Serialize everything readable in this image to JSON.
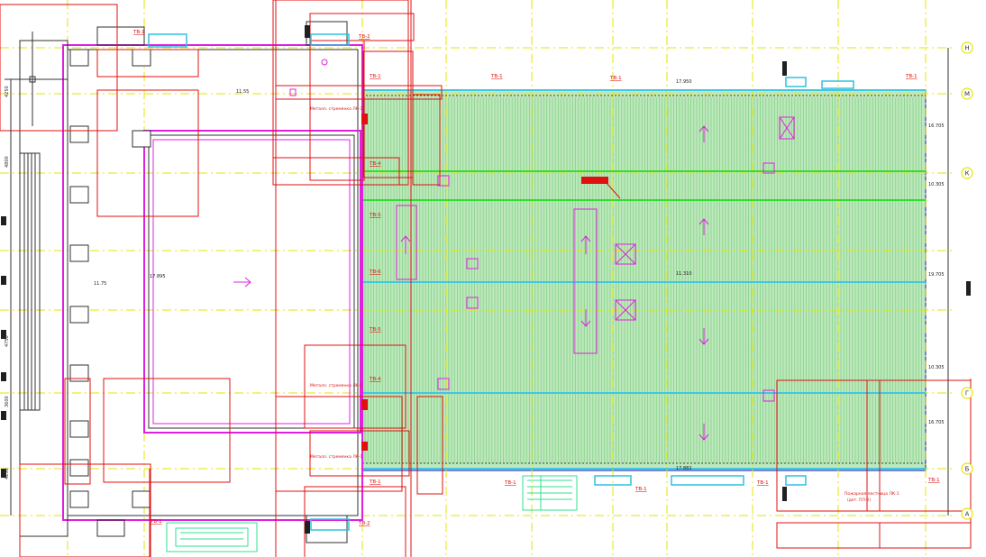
{
  "axes_h": [
    "Н",
    "М",
    "К",
    "Г",
    "Б",
    "А"
  ],
  "dims": [
    "4250",
    "4800",
    "4750",
    "3600",
    "4250"
  ],
  "elev": [
    "11.55",
    "11.75",
    "17.895",
    "17.950",
    "17.882",
    "11.310",
    "16.705",
    "10.305",
    "19.705",
    "10.305",
    "16.705"
  ],
  "tags": [
    "ТВ-1",
    "ТВ-2",
    "ТВ-1",
    "ТВ-1",
    "ТВ-1",
    "ТВ-1",
    "ТВ-4",
    "ТВ-5",
    "ТВ-6",
    "ТВ-5",
    "ТВ-4",
    "ТВ-1",
    "ТВ-1",
    "ТВ-1",
    "ТВ-1",
    "ТВ-1",
    "ТВ-2",
    "ТВ-1"
  ],
  "notes": [
    "Металл. стремянка ЛК-1",
    "Металл. стремянка ЛК-1",
    "Металл. стремянка ЛК-1",
    "Пожарная лестница ЛК-1",
    "(дет. ПЛ-2)"
  ],
  "colors": {
    "roof": "#b8e6b8",
    "stripe": "#7fcf7f",
    "red": "#e01010",
    "yellow": "#e6e600",
    "magenta": "#e020e0",
    "cyan": "#30c0e0",
    "green": "#30e030",
    "black": "#202020"
  }
}
